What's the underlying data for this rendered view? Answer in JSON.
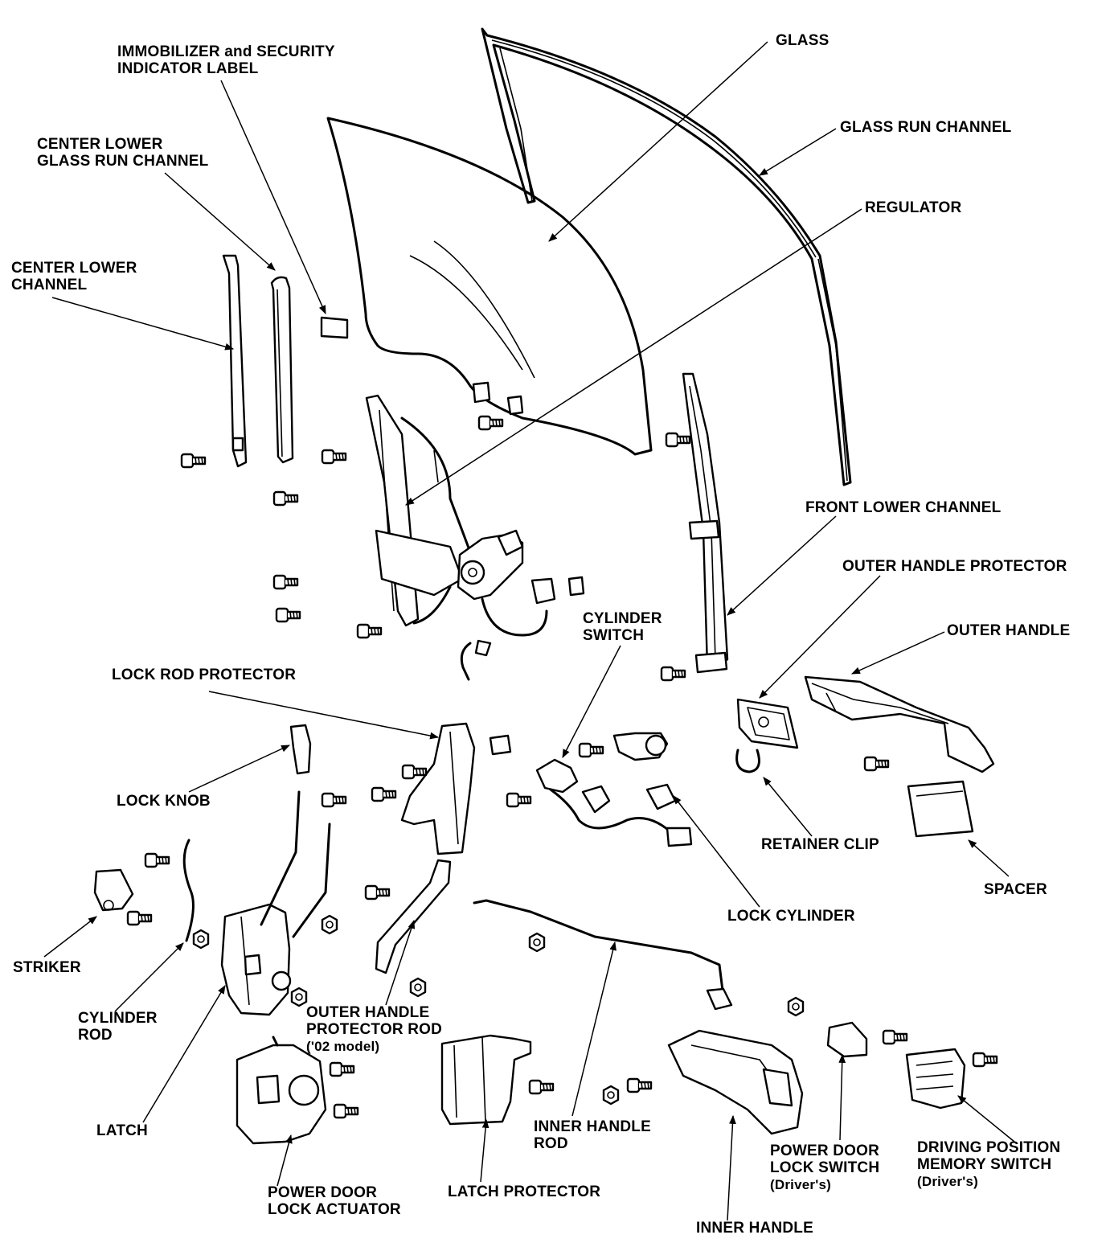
{
  "diagram": {
    "labels": {
      "immobilizer": [
        "IMMOBILIZER and SECURITY",
        "INDICATOR LABEL"
      ],
      "glass": "GLASS",
      "glass_run_channel": "GLASS RUN CHANNEL",
      "center_lower_glass_run_channel": [
        "CENTER LOWER",
        "GLASS RUN CHANNEL"
      ],
      "regulator": "REGULATOR",
      "center_lower_channel": [
        "CENTER LOWER",
        "CHANNEL"
      ],
      "front_lower_channel": "FRONT LOWER CHANNEL",
      "outer_handle_protector": "OUTER HANDLE PROTECTOR",
      "outer_handle": "OUTER HANDLE",
      "cylinder_switch": [
        "CYLINDER",
        "SWITCH"
      ],
      "lock_rod_protector": "LOCK ROD PROTECTOR",
      "lock_knob": "LOCK KNOB",
      "retainer_clip": "RETAINER CLIP",
      "spacer": "SPACER",
      "lock_cylinder": "LOCK CYLINDER",
      "striker": "STRIKER",
      "cylinder_rod": [
        "CYLINDER",
        "ROD"
      ],
      "outer_handle_protector_rod": [
        "OUTER HANDLE",
        "PROTECTOR ROD",
        "('02 model)"
      ],
      "latch": "LATCH",
      "inner_handle_rod": [
        "INNER HANDLE",
        "ROD"
      ],
      "power_door_lock_actuator": [
        "POWER DOOR",
        "LOCK ACTUATOR"
      ],
      "latch_protector": "LATCH PROTECTOR",
      "power_door_lock_switch": [
        "POWER DOOR",
        "LOCK SWITCH",
        "(Driver's)"
      ],
      "driving_position_memory_switch": [
        "DRIVING POSITION",
        "MEMORY SWITCH",
        "(Driver's)"
      ],
      "inner_handle": "INNER HANDLE"
    }
  }
}
